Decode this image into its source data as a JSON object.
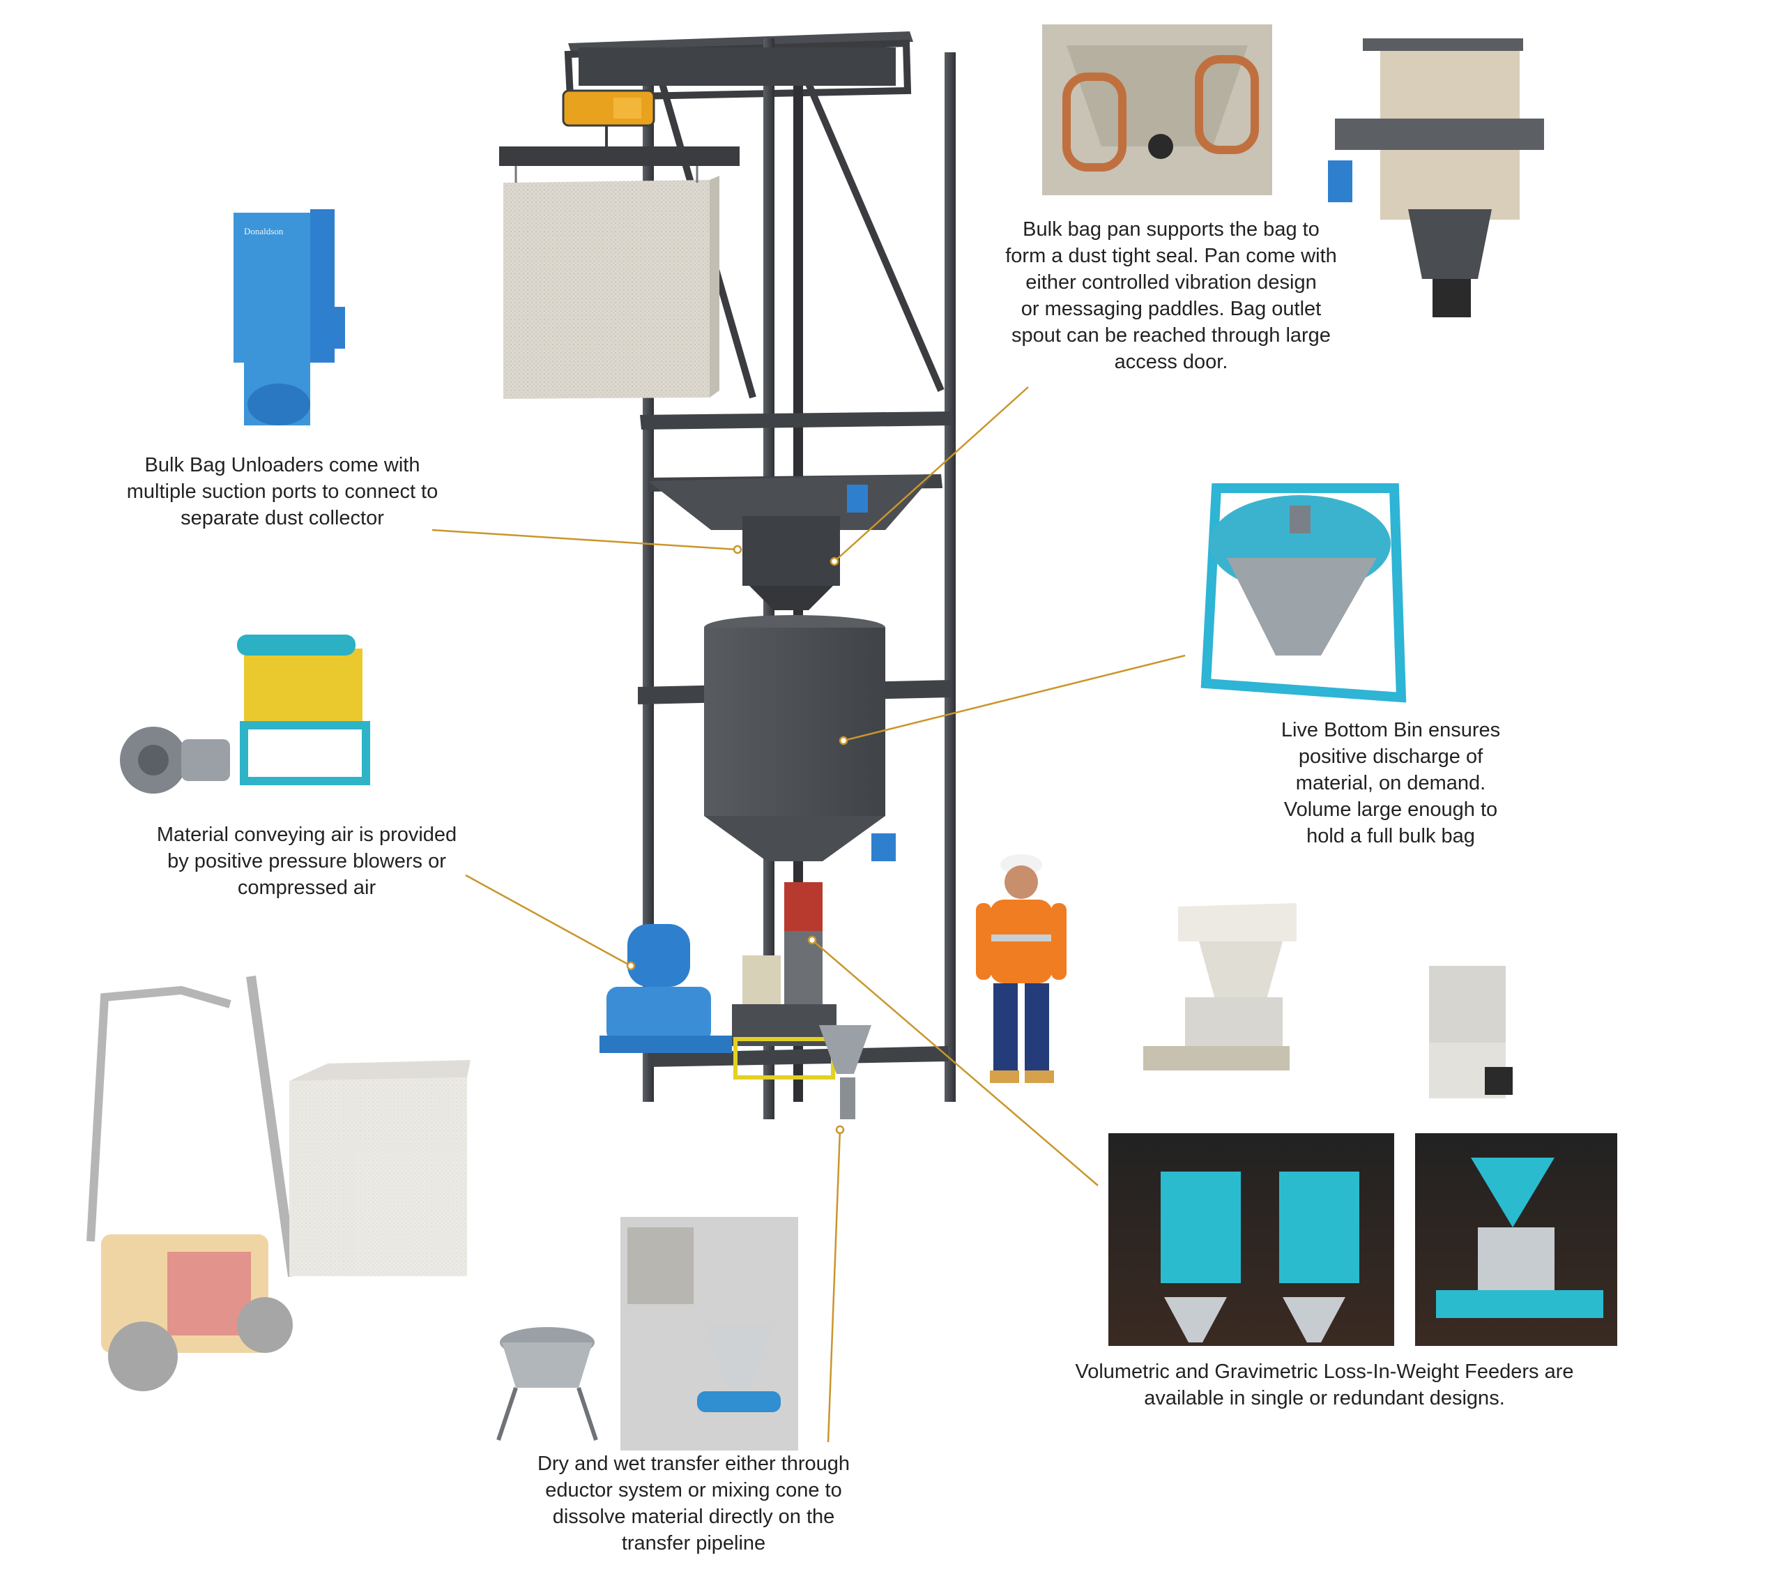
{
  "captions": {
    "bulk_bag_pan": "Bulk bag pan supports the bag to\nform a dust tight seal. Pan come with\neither controlled vibration design\nor messaging paddles. Bag outlet\nspout can be reached  through large\naccess door.",
    "unloaders": "Bulk Bag Unloaders come with\nmultiple suction ports to connect to\nseparate dust collector",
    "conveying_air": "Material conveying air is provided\nby positive pressure  blowers or\ncompressed air",
    "live_bottom_bin": "Live Bottom Bin ensures\npositive discharge of\nmaterial, on demand.\nVolume large enough to\nhold a full bulk bag",
    "feeders": "Volumetric and Gravimetric Loss-In-Weight Feeders are\navailable in single or redundant designs.",
    "transfer": "Dry and wet transfer either through\neductor system or mixing cone to\ndissolve material directly on the\ntransfer pipeline"
  },
  "logo_text": "Donaldson",
  "colors": {
    "leader_line": "#c9962a",
    "frame": "#3a3c40",
    "machine_blue": "#2f8fd1",
    "teal": "#2bb3c9",
    "bag": "#d8d4cc"
  }
}
